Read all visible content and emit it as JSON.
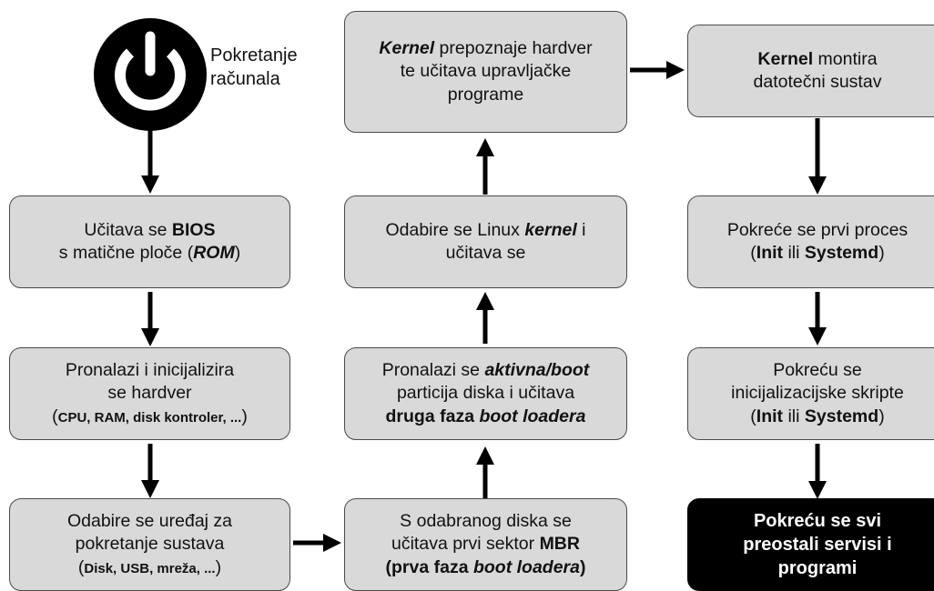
{
  "start": {
    "label_line1": "Pokretanje",
    "label_line2": "računala",
    "icon": "power-icon"
  },
  "boxes": {
    "bios": {
      "line1": [
        {
          "t": "Učitava se "
        },
        {
          "t": "BIOS",
          "b": true
        }
      ],
      "line2": [
        {
          "t": "s matične ploče ("
        },
        {
          "t": "ROM",
          "b": true,
          "i": true
        },
        {
          "t": ")"
        }
      ]
    },
    "hardware": {
      "line1": [
        {
          "t": "Pronalazi i inicijalizira"
        }
      ],
      "line2": [
        {
          "t": "se hardver"
        }
      ],
      "line3": [
        {
          "t": "("
        },
        {
          "t": "CPU, RAM, disk kontroler, ...",
          "b": true,
          "s": true
        },
        {
          "t": ")"
        }
      ]
    },
    "device": {
      "line1": [
        {
          "t": "Odabire se uređaj za"
        }
      ],
      "line2": [
        {
          "t": "pokretanje sustava"
        }
      ],
      "line3": [
        {
          "t": "("
        },
        {
          "t": "Disk, USB, mreža, ...",
          "b": true,
          "s": true
        },
        {
          "t": ")"
        }
      ]
    },
    "mbr": {
      "line1": [
        {
          "t": "S odabranog diska se"
        }
      ],
      "line2": [
        {
          "t": "učitava prvi sektor "
        },
        {
          "t": "MBR",
          "b": true
        }
      ],
      "line3": [
        {
          "t": "(prva ",
          "b": true
        },
        {
          "t": "faza ",
          "b": true
        },
        {
          "t": "boot loadera",
          "b": true,
          "i": true
        },
        {
          "t": ")",
          "b": true
        }
      ]
    },
    "partition": {
      "line1": [
        {
          "t": "Pronalazi se "
        },
        {
          "t": "aktivna/boot",
          "b": true,
          "i": true
        }
      ],
      "line2": [
        {
          "t": "particija diska i učitava"
        }
      ],
      "line3": [
        {
          "t": "druga faza ",
          "b": true
        },
        {
          "t": "boot loadera",
          "b": true,
          "i": true
        }
      ]
    },
    "kernel_select": {
      "line1": [
        {
          "t": "Odabire se Linux "
        },
        {
          "t": "kernel",
          "b": true,
          "i": true
        },
        {
          "t": " i"
        }
      ],
      "line2": [
        {
          "t": "učitava se"
        }
      ]
    },
    "kernel_hw": {
      "line1": [
        {
          "t": "Kernel",
          "b": true,
          "i": true
        },
        {
          "t": " prepoznaje hardver"
        }
      ],
      "line2": [
        {
          "t": "te učitava upravljačke"
        }
      ],
      "line3": [
        {
          "t": "programe"
        }
      ]
    },
    "kernel_fs": {
      "line1": [
        {
          "t": "Kernel",
          "b": true
        },
        {
          "t": " montira"
        }
      ],
      "line2": [
        {
          "t": "datotečni sustav"
        }
      ]
    },
    "first_process": {
      "line1": [
        {
          "t": "Pokreće se prvi proces"
        }
      ],
      "line2": [
        {
          "t": "("
        },
        {
          "t": "Init",
          "b": true
        },
        {
          "t": " ili "
        },
        {
          "t": "Systemd",
          "b": true
        },
        {
          "t": ")"
        }
      ]
    },
    "init_scripts": {
      "line1": [
        {
          "t": "Pokreću se"
        }
      ],
      "line2": [
        {
          "t": "inicijalizacijske skripte"
        }
      ],
      "line3": [
        {
          "t": "("
        },
        {
          "t": "Init",
          "b": true
        },
        {
          "t": " ili "
        },
        {
          "t": "Systemd",
          "b": true
        },
        {
          "t": ")"
        }
      ]
    },
    "services": {
      "line1": [
        {
          "t": "Pokreću se svi"
        }
      ],
      "line2": [
        {
          "t": "preostali servisi i"
        }
      ],
      "line3": [
        {
          "t": "programi"
        }
      ]
    }
  },
  "colors": {
    "box_fill": "#d9d9d9",
    "box_border": "#4a4a4a",
    "final_box_fill": "#000000",
    "final_box_text": "#ffffff",
    "arrow": "#000000"
  }
}
